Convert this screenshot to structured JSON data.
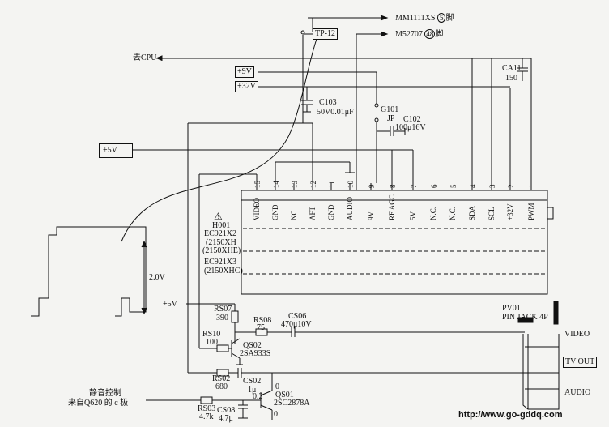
{
  "top_refs": {
    "mm": "MM1111XS",
    "mm_pin": "5",
    "mm_suffix": "脚",
    "m5": "M52707",
    "m5_pin": "48",
    "m5_suffix": "脚",
    "tp": "TP-12",
    "cpu": "去CPU"
  },
  "power": {
    "p9": "+9V",
    "p32": "+32V",
    "p5": "+5V",
    "p5b": "+5V"
  },
  "caps": {
    "ca11": "CA11",
    "ca11v": "150",
    "c103": "C103",
    "c103v": "50V0.01μF",
    "c102": "C102",
    "c102v": "100μ16V",
    "cs06": "CS06",
    "cs06v": "470μ10V",
    "cs02": "CS02",
    "cs02v": "1μ",
    "cs08": "CS08",
    "cs08v": "4.7μ"
  },
  "g101": {
    "name": "G101",
    "val": "JP"
  },
  "module": {
    "h001": "H001",
    "m1": "EC921X2",
    "m2": "2150XH",
    "m3": "2150XHE",
    "m4": "EC921X3",
    "m5": "(2150XHC)",
    "pins": [
      {
        "num": "15",
        "name": "VIDEO"
      },
      {
        "num": "14",
        "name": "GND"
      },
      {
        "num": "13",
        "name": "NC"
      },
      {
        "num": "12",
        "name": "AFT"
      },
      {
        "num": "11",
        "name": "GND"
      },
      {
        "num": "10",
        "name": "AUDIO"
      },
      {
        "num": "9",
        "name": "9V"
      },
      {
        "num": "8",
        "name": "RF AGC"
      },
      {
        "num": "7",
        "name": "5V"
      },
      {
        "num": "6",
        "name": "N.C."
      },
      {
        "num": "5",
        "name": "N.C."
      },
      {
        "num": "4",
        "name": "SDA"
      },
      {
        "num": "3",
        "name": "SCL"
      },
      {
        "num": "2",
        "name": "+32V"
      },
      {
        "num": "1",
        "name": "PWM"
      }
    ]
  },
  "jack": {
    "pv01": "PV01",
    "name": "PIN JACK 4P",
    "video": "VIDEO",
    "tvout": "TV OUT",
    "audio": "AUDIO"
  },
  "res": {
    "rs07": "RS07",
    "rs07v": "390",
    "rs08": "RS08",
    "rs08v": "75",
    "rs10": "RS10",
    "rs10v": "100",
    "rs02": "RS02",
    "rs02v": "680",
    "rs03": "RS03",
    "rs03v": "4.7k"
  },
  "trans": {
    "qs02": "QS02",
    "qs02v": "2SA933S",
    "qs01": "QS01",
    "qs01v": "2SC2878A",
    "qs01_b": "0.2",
    "qs01_c": "0",
    "qs01_e": "0"
  },
  "wave": {
    "amp": "2.0V"
  },
  "mute": {
    "l1": "静音控制",
    "l2": "来自Q620 的 c 极"
  },
  "watermark": "http://www.go-gddq.com"
}
